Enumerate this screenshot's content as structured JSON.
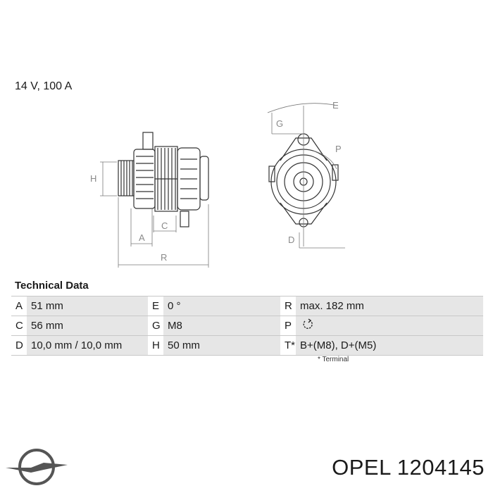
{
  "spec_line": "14 V, 100 A",
  "drawing_labels": {
    "h": "H",
    "a": "A",
    "c": "C",
    "r": "R",
    "g": "G",
    "e": "E",
    "p": "P",
    "d": "D"
  },
  "technical_data": {
    "title": "Technical Data",
    "rows": [
      [
        {
          "key": "A",
          "value": "51 mm"
        },
        {
          "key": "E",
          "value": "0 °"
        },
        {
          "key": "R",
          "value": "max. 182 mm"
        }
      ],
      [
        {
          "key": "C",
          "value": "56 mm"
        },
        {
          "key": "G",
          "value": "M8"
        },
        {
          "key": "P",
          "value": "",
          "icon": "rotation-direction-icon"
        }
      ],
      [
        {
          "key": "D",
          "value": "10,0 mm / 10,0 mm"
        },
        {
          "key": "H",
          "value": "50 mm"
        },
        {
          "key": "T*",
          "value": "B+(M8), D+(M5)"
        }
      ]
    ],
    "footnote": "* Terminal"
  },
  "brand": {
    "logo_icon": "opel-blitz-logo-icon",
    "name": "OPEL 1204145"
  }
}
